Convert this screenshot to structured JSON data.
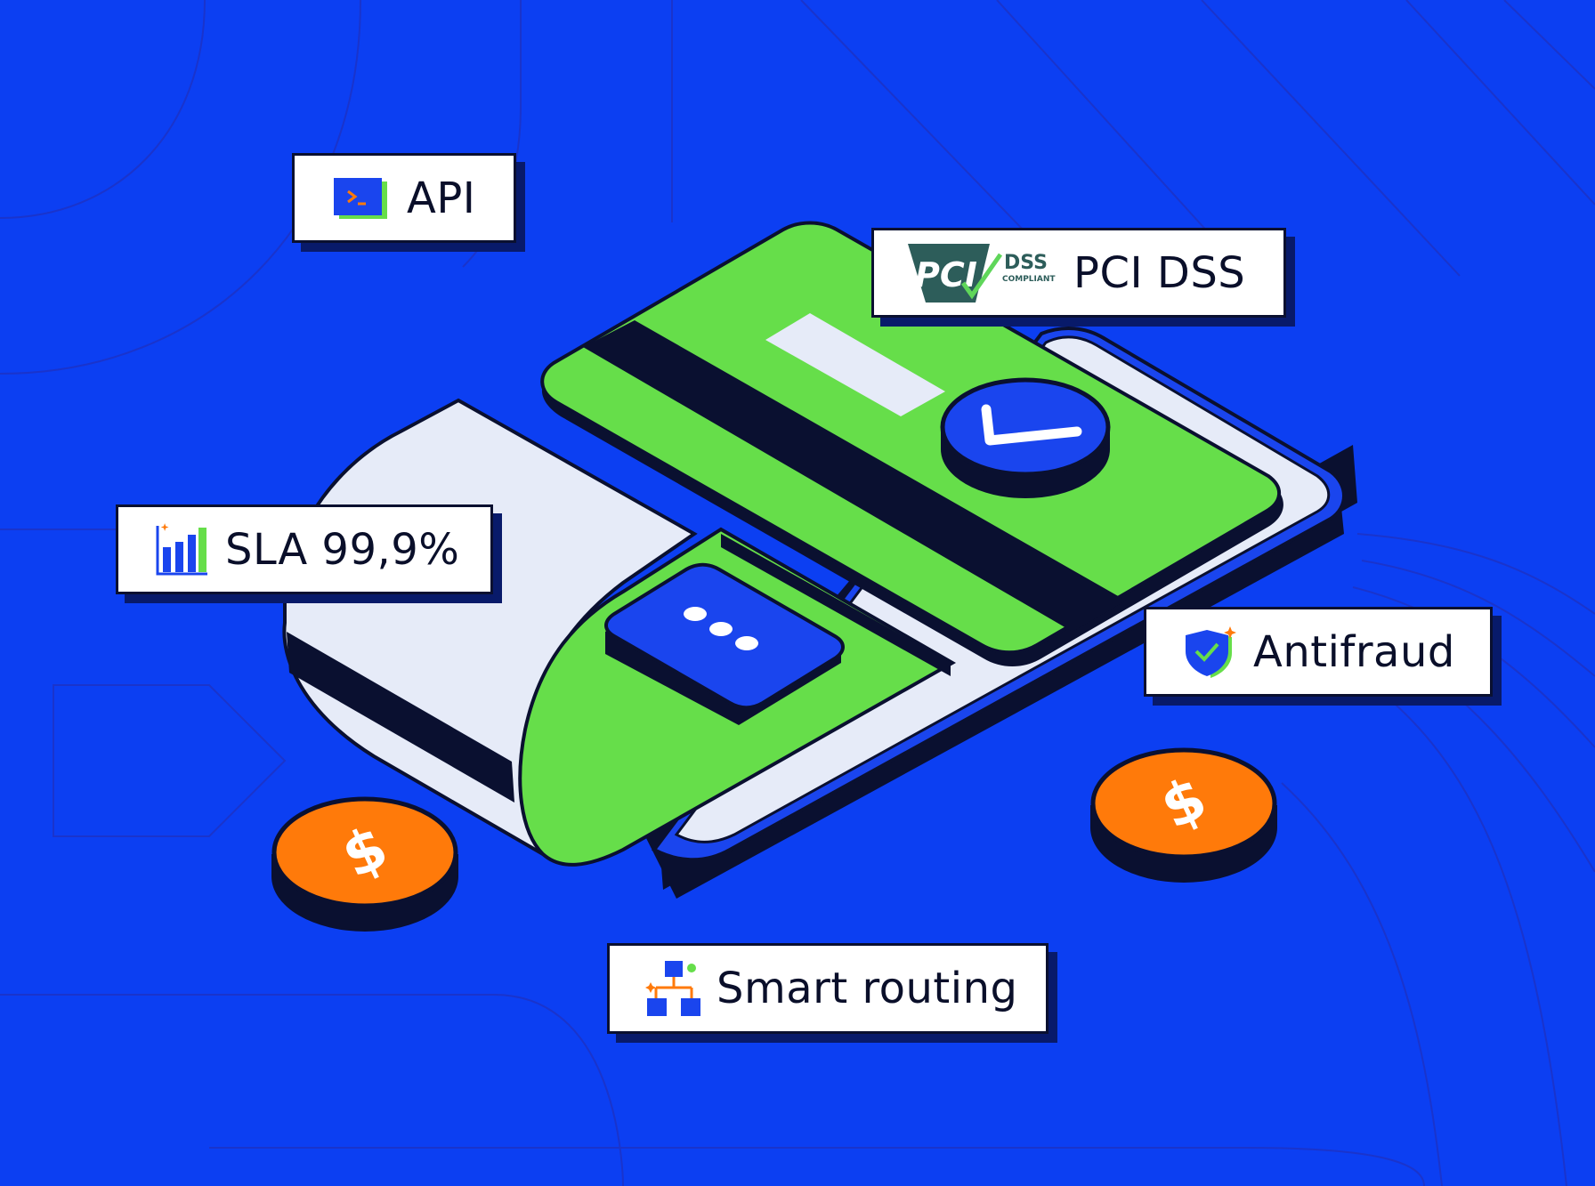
{
  "colors": {
    "background": "#0c3ff2",
    "background_lines": "#1a2fc4",
    "card_green": "#66de4a",
    "outline_dark": "#0a1030",
    "pale_surface": "#e6ebf8",
    "coin_orange": "#ff7a0a",
    "accent_blue": "#1a45ee"
  },
  "labels": {
    "api": {
      "text": "API",
      "icon": "terminal-icon"
    },
    "pci": {
      "text": "PCI DSS",
      "icon": "pci-dss-logo",
      "logo_text": "PCI DSS COMPLIANT"
    },
    "sla": {
      "text": "SLA 99,9%",
      "icon": "bar-chart-icon"
    },
    "antifraud": {
      "text": "Antifraud",
      "icon": "shield-check-icon"
    },
    "routing": {
      "text": "Smart routing",
      "icon": "flow-routing-icon"
    }
  },
  "illustration": {
    "elements": [
      "payment-card",
      "receipt-slip",
      "check-badge",
      "pin-pad-button",
      "dollar-coin",
      "dollar-coin"
    ]
  }
}
